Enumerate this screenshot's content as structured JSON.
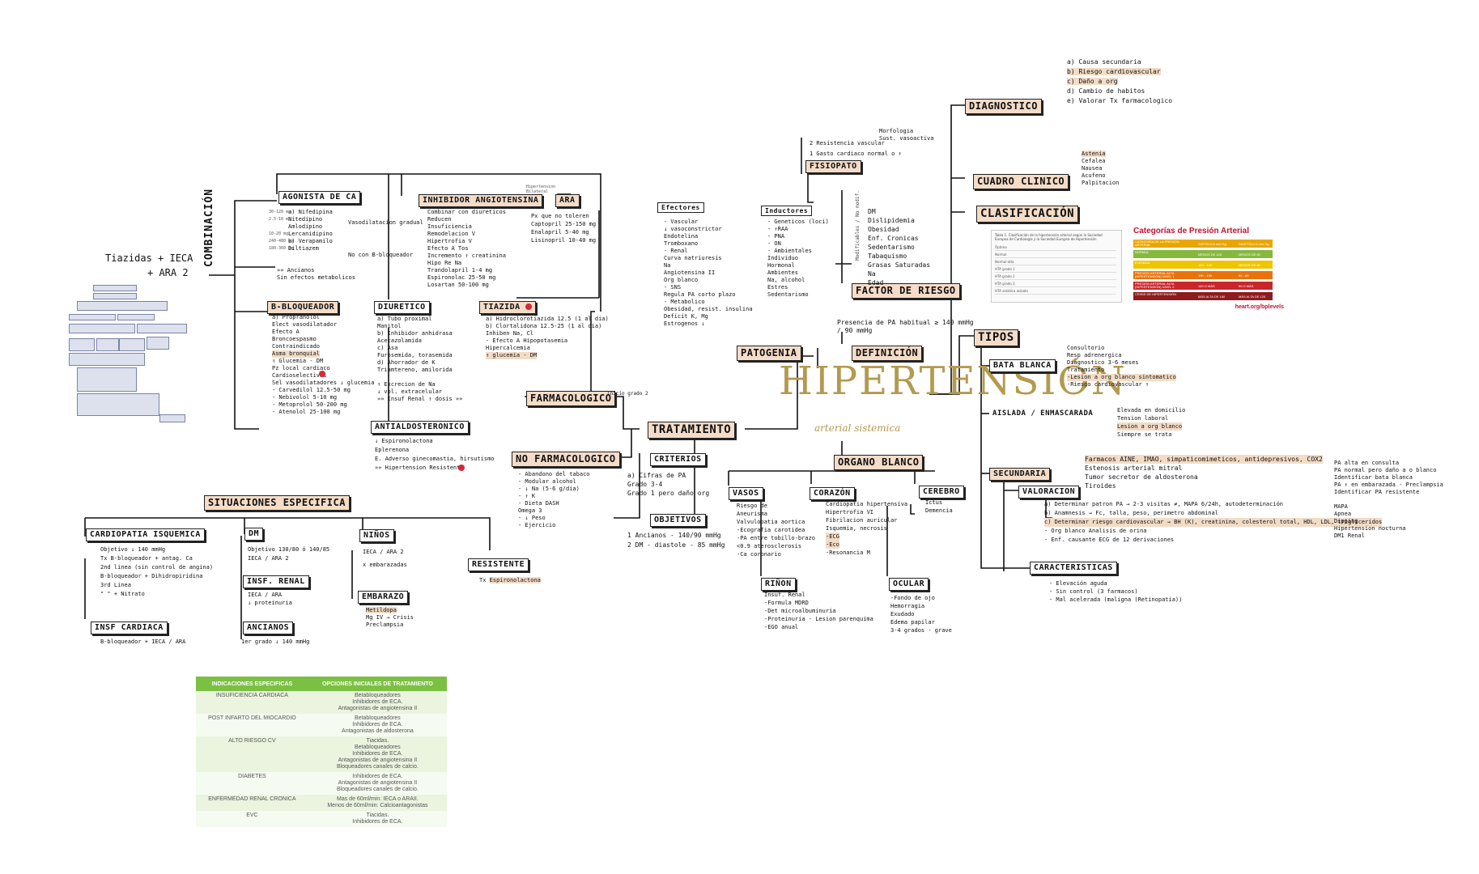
{
  "title": "HIPERTENSIÓN",
  "subtitle": "arterial sistemica",
  "headers": {
    "diagnostico": "DIAGNOSTICO",
    "cuadro": "CUADRO CLINICO",
    "clasificacion": "CLASIFICACIÓN",
    "tipos": "TIPOS",
    "fisiopato": "FISIOPATO",
    "factor": "FACTOR DE RIESGO",
    "definicion": "DEFINICIÓN",
    "patogenia": "PATOGENIA",
    "organo": "ORGANO BLANCO",
    "tratamiento": "TRATAMIENTO",
    "farmacologico": "FARMACOLOGICO",
    "no_farmacologico": "NO FARMACOLOGICO",
    "situaciones": "SITUACIONES ESPECIFICA",
    "agonista": "AGONISTA DE CA",
    "inhibidor": "INHIBIDOR ANGIOTENSINA",
    "ara": "ARA",
    "bbloq": "B-BLOQUEADOR",
    "diuretico": "DIURETICO",
    "tiazida": "TIAZIDA",
    "antialdo": "ANTIALDOSTERONICO",
    "criterios": "CRITERIOS",
    "objetivos": "OBJETIVOS",
    "vasos": "VASOS",
    "corazon": "CORAZÓN",
    "cerebro": "CEREBRO",
    "rinon": "RIÑON",
    "ocular": "OCULAR",
    "bata": "BATA BLANCA",
    "aislada": "AISLADA / ENMASCARADA",
    "secundaria": "SECUNDARIA",
    "valoracion": "VALORACION",
    "caracteristicas": "CARACTERISTICAS",
    "cardiopatia": "CARDIOPATIA ISQUEMICA",
    "dm": "DM",
    "ninos": "NIÑOS",
    "resistente": "RESISTENTE",
    "insf_renal": "INSF. RENAL",
    "ancianos": "ANCIANOS",
    "embarazo": "EMBARAZO",
    "insf_cardiaca": "INSF CARDIACA",
    "efectores": "Efectores",
    "inductores": "Inductores",
    "combinacion": "COMBINACIÓN"
  },
  "text": {
    "diag_items": [
      "a) Causa secundaria",
      "b) Riesgo cardiovascular",
      "c) Daño a org",
      "d) Cambio de habitos",
      "e) Valorar Tx farmacologico"
    ],
    "cuadro_items": [
      "Astenia",
      "Cefalea",
      "Nausea",
      "Acufeno",
      "Palpitacion"
    ],
    "fisio_right": [
      "Morfologia",
      "Sust. vasoactiva"
    ],
    "fisio_left": [
      "2 Resistencia vascular",
      "1 Gasto cardiaco normal o ↑"
    ],
    "factor_items": [
      "DM",
      "Dislipidemia",
      "Obesidad",
      "Enf. Cronicas",
      "Sedentarismo",
      "Tabaquismo",
      "Grasas Saturadas",
      "Na",
      "Edad"
    ],
    "factor_vert": "Modificables / No modif.",
    "definicion_text": [
      "Presencia de PA habitual ≥ 140 mmHg",
      "/ 90 mmHg"
    ],
    "efectores_items": [
      "- Vascular",
      "  ↓ vasoconstrictor",
      "    Endotelina",
      "    Tromboxano",
      "- Renal",
      "  Curva natriuresis",
      "  Na",
      "  Angiotensina II",
      "  Org blanco",
      "- SNS",
      "  Regula PA corto plazo",
      "- Metabolico",
      "  Obesidad, resist. insulina",
      "  Deficit K, Mg",
      "  Estrogenos ↓"
    ],
    "inductores_items": [
      "- Geneticos (loci)",
      "  - ↑RAA",
      "  - PNA",
      "  - ON",
      "- Ambientales",
      "  Individuo",
      "  Hormonal",
      "  Ambientes",
      "  Na, alcohol",
      "  Estres",
      "  Sedentarismo"
    ],
    "agonista_items": [
      "a) Nifedipina",
      "   Nitedipino",
      "   Amlodipino",
      "   Lercanidipino",
      "b) Verapamilo",
      "   Diltiazem"
    ],
    "agonista_side": [
      "Vasodilatacion gradual",
      "No con B-bloqueador"
    ],
    "agonista_doses": [
      "30-120 mg",
      "2.5-10 mg",
      "",
      "10-20 mg",
      "240-480 mg",
      "180-360 mg"
    ],
    "agonista_foot": [
      "»» Ancianos",
      "   Sin efectos metabolicos"
    ],
    "inhibidor_items": [
      "Combinar con diureticos",
      "Reducen",
      "  Insuficiencia",
      "  Remodelacion V",
      "  Hipertrofia V",
      "Efecto A Tos",
      "  Incremento ↑ creatinina",
      "  Hipo Re Na",
      "Trandolapril 1-4 mg",
      "Espironolac 25-50 mg",
      "Losartan 50-100 mg"
    ],
    "ara_items": [
      "Px que no toleren",
      "Captopril 25-150 mg",
      "Enalapril 5-40 mg",
      "Lisinopril 10-40 mg"
    ],
    "ara_top": [
      "Hipertension",
      "Bilateral"
    ],
    "bbloq_items": [
      "a) Propranolol",
      "   Elect vasodilatador",
      "Efecto A",
      "   Broncoespasmo",
      "Contraindicado",
      "   Asma bronquial",
      "↑ Glucemia - DM",
      "Pz local cardiaco",
      "Cardioselectivos",
      "Sel vasodilatadores ↓ glucemia",
      "  - Carvedilol 12.5-50 mg",
      "  - Nebivolol 5-10 mg",
      "- Metoprolol 50-200 mg",
      "- Atenolol 25-100 mg"
    ],
    "diuretico_items": [
      "a) Tubo proximal",
      "   Manitol",
      "b) Inhibidor anhidrasa",
      "   Acetazolamida",
      "c) Asa",
      "   Furosemida, torasemida",
      "d) Ahorrador de K",
      "   Triamtereno, amilorida",
      "",
      "↑ Excrecion de Na",
      "↓ vol. extracelular",
      "»» Insuf Renal ↑ dosis »»"
    ],
    "tiazida_items": [
      "a) Hidroclorotiazida 12.5 (1 al dia)",
      "b) Clortalidona 12.5-25 (1 al dia)",
      "Inhiben Na, Cl",
      "- Efecto A Hipopotasemia",
      "    Hipercalcemia",
      "    ↑ glucemia - DM"
    ],
    "antialdo_items": [
      "↓ Espironolactona",
      "  Eplerenona",
      "E. Adverso ginecomastia, hirsutismo",
      "»» Hipertension Resistente"
    ],
    "combinacion_note": [
      "Tiazidas + IECA",
      "+ ARA 2"
    ],
    "farm_small": "inicio grado 2",
    "nofarm_items": [
      "- Abandono del tabaco",
      "- Modular alcohol",
      "- ↓ Na (5-6 g/dia)",
      "- ↑ K",
      "- Dieta DASH",
      "    Omega 3",
      "- ↓ Peso",
      "- Ejercicio"
    ],
    "criterios_items": [
      "a) Cifras de PA",
      "Grado 3-4",
      "Grado 1 pero daño org"
    ],
    "objetivos_items": [
      "1 Ancianos - 140/90 mmHg",
      "2 DM - diastole - 85 mmHg"
    ],
    "vasos_items": [
      "Riesgo de",
      "  Aneurisma",
      "  Valvulopatia aortica",
      "-Ecografia carotidea",
      "-PA entre tobillo-brazo",
      " <0.9 aterosclerosis",
      "-Ca coronario"
    ],
    "corazon_items": [
      "Cardiopatia hipertensiva",
      "Hipertrofia VI",
      "Fibrilacion auricular",
      "Isquemia, necrosis",
      "-ECG",
      "-Eco",
      "-Resonancia M"
    ],
    "cerebro_items": [
      "Ictus",
      "Demencia"
    ],
    "rinon_items": [
      "Insuf. Renal",
      "-Formula MDRD",
      "-Det microalbuminuria",
      "-Proteinuria - Lesion parenquima",
      "-EGO anual"
    ],
    "ocular_items": [
      "-Fondo de ojo",
      " Hemorragia",
      " Exudado",
      " Edema papilar",
      "3-4 grados - grave"
    ],
    "bata_items": [
      "Consultorio",
      "Resp adrenergica",
      "Diagnostico 3-6 meses",
      "Tratamiento",
      "-Lesion a org blanco sintomatico",
      "-Riesgo cardiovascular ↑"
    ],
    "aislada_items": [
      "Elevada en domicilio",
      "Tension laboral",
      "Lesion a org blanco",
      "Siempre se trata"
    ],
    "secundaria_items": [
      "Farmacos AINE, IMAO, simpaticomimeticos, antidepresivos, COX2",
      "Estenosis arterial mitral",
      "Tumor secretor de aldosterona",
      "Tiroides"
    ],
    "valoracion_items": [
      "a) Determinar patron PA → 2-3 visitas ≠, MAPA 6/24h, autodeterminación",
      "b) Anamnesis → Fc, talla, peso, perimetro abdominal",
      "c) Determinar riesgo cardiovascular → BH (K), creatinina, colesterol total, HDL, LDL, trigliceridos",
      "   - Org blanco                           Analisis de orina",
      "   - Enf. causante                        ECG de 12 derivaciones"
    ],
    "mapa_items": [
      "PA alta en consulta",
      "PA normal pero daño a o blanco",
      "Identificar bata blanca",
      "PA ↑ en embarazada - Preclampsia",
      "Identificar PA resistente",
      "",
      "MAPA",
      " Apnea",
      " Dipping",
      " Hipertension nocturna",
      " DM1 Renal"
    ],
    "caracteristicas_items": [
      "- Elevación aguda",
      "- Sin control (3 farmacos)",
      "- Mal acelerada (maligna (Retinopatia))"
    ],
    "cardiopatia_items": [
      "Objetivo ↓ 140 mmHg",
      "Tx B-bloqueador + antag. Ca",
      "  2nd linea (sin control de angina)",
      "  B-bloqueador + Dihidropiridina",
      "  3rd Linea",
      "   \"     \"  + Nitrato"
    ],
    "dm_items": [
      "Objetivo 130/80 ó 140/85",
      "IECA / ARA 2"
    ],
    "ninos_items": [
      "IECA / ARA 2",
      "x embarazadas"
    ],
    "resistente_items": [
      "Tx Espironolactona"
    ],
    "insf_renal_items": [
      "IECA / ARA",
      "↓ proteinuria"
    ],
    "ancianos_items": [
      "1er grado ↓ 140 mmHg"
    ],
    "embarazo_items": [
      "Metildopa",
      "Mg IV → Crisis",
      "       Preclampsia"
    ],
    "insf_cardiaca_items": [
      "B-bloqueador + IECA / ARA"
    ]
  },
  "classification_doc": {
    "caption": "Tabla 1. Clasificación de la hipertensión arterial según la Sociedad Europea de Cardiología y la Sociedad Europea de Hipertensión",
    "rows": [
      "Óptima",
      "Normal",
      "Normal-alta",
      "HTA grado 1",
      "HTA grado 2",
      "HTA grado 3",
      "HTA sistólica aislada"
    ]
  },
  "categories_chart": {
    "title": "Categorías de Presión Arterial",
    "url": "heart.org/bplevels",
    "colors": [
      "#e9a600",
      "#86b83e",
      "#f1c400",
      "#e9730a",
      "#c9262c",
      "#8e1b1d"
    ],
    "rows": [
      {
        "cat": "CATEGORIA DE LA PRESIÓN ARTERIAL",
        "sis": "SISTÓLICA mm Hg",
        "dia": "DIASTÓLICA mm Hg"
      },
      {
        "cat": "NORMAL",
        "sis": "MENOS DE 120",
        "dia": "MENOS DE 80"
      },
      {
        "cat": "ELEVADA",
        "sis": "120 - 129",
        "dia": "MENOS DE 80"
      },
      {
        "cat": "PRESIÓN ARTERIAL ALTA (HIPERTENSIÓN) NIVEL 1",
        "sis": "130 - 139",
        "dia": "80 - 89"
      },
      {
        "cat": "PRESIÓN ARTERIAL ALTA (HIPERTENSIÓN) NIVEL 2",
        "sis": "140 O MÁS",
        "dia": "90 O MÁS"
      },
      {
        "cat": "CRISIS DE HIPERTENSIÓN",
        "sis": "MÁS ALTA DE 180",
        "dia": "MÁS ALTA DE 120"
      }
    ]
  },
  "indicaciones_table": {
    "headers": [
      "INDICACIONES ESPECIFICAS",
      "OPCIONES INICIALES DE TRATAMIENTO"
    ],
    "rows": [
      [
        "INSUFICIENCIA CARDIACA",
        "Betabloqueadores\nInhibidores de ECA.\nAntagonistas de angiotensina II"
      ],
      [
        "POST INFARTO DEL MIOCARDIO",
        "Betabloqueadores\nInhibidores de ECA.\nAntagonistas de aldosterona"
      ],
      [
        "ALTO RIESGO CV",
        "Tiacidas.\nBetabloqueadores\nInhibidores de ECA.\nAntagonistas de angiotensina II\nBloqueadores canales de calcio."
      ],
      [
        "DIABETES",
        "Inhibidores de ECA.\nAntagonistas de angiotensina II\nBloqueadores canales de calcio."
      ],
      [
        "ENFERMEDAD RENAL CRONICA",
        "Mas de 60ml/min: IECA o ARAII.\nMenos de 60ml/min: Calcioantagonistas"
      ],
      [
        "EVC",
        "Tiacidas.\nInhibidores de ECA."
      ]
    ]
  },
  "colors": {
    "accent_header": "#f4dcc8",
    "title_gold": "#b39a4f",
    "highlight": "#f2dcc6",
    "table_green": "#7bc043",
    "alert_red": "#d6283a"
  }
}
